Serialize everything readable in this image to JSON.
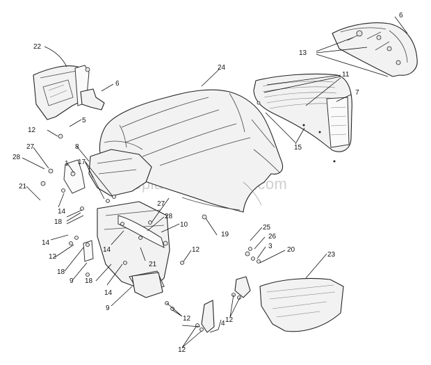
{
  "watermark": "eReplacementParts.com",
  "callouts": {
    "c1": "1",
    "c3": "3",
    "c4": "4",
    "c5": "5",
    "c6a": "6",
    "c6b": "6",
    "c7": "7",
    "c8": "8",
    "c9a": "9",
    "c9b": "9",
    "c10": "10",
    "c11": "11",
    "c12a": "12",
    "c12b": "12",
    "c12c": "12",
    "c12d": "12",
    "c12e": "12",
    "c12f": "12",
    "c13": "13",
    "c14a": "14",
    "c14b": "14",
    "c14c": "14",
    "c14d": "14",
    "c15": "15",
    "c17": "17",
    "c18a": "18",
    "c18b": "18",
    "c18c": "18",
    "c19": "19",
    "c20": "20",
    "c21a": "21",
    "c21b": "21",
    "c22": "22",
    "c23": "23",
    "c24": "24",
    "c25": "25",
    "c26": "26",
    "c27a": "27",
    "c27b": "27",
    "c28a": "28",
    "c28b": "28"
  }
}
